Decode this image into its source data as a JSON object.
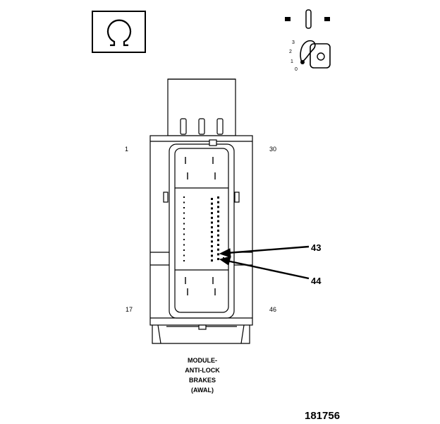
{
  "pins": {
    "top_left": "1",
    "top_right": "30",
    "bottom_left": "17",
    "bottom_right": "46"
  },
  "callouts": [
    {
      "label": "43"
    },
    {
      "label": "44"
    }
  ],
  "caption": [
    "MODULE-",
    "ANTI-LOCK",
    "BRAKES",
    "(AWAL)"
  ],
  "figure_number": "181756",
  "ignition_positions": [
    "3",
    "2",
    "1",
    "0"
  ],
  "icons": {
    "symbol": "ohm-symbol-icon",
    "switch": "ignition-switch-icon",
    "key": "ignition-key-icon"
  }
}
